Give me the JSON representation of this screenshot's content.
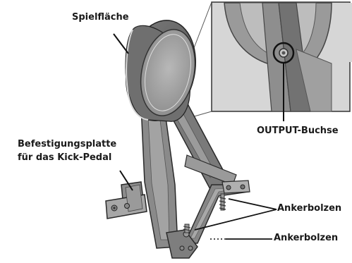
{
  "labels": {
    "playing_surface": "Spielfläche",
    "mounting_plate_line1": "Befestigungsplatte",
    "mounting_plate_line2": "für das Kick-Pedal",
    "output_jack": "OUTPUT-Buchse",
    "anchor_bolts_upper": "Ankerbolzen",
    "anchor_bolts_lower": "Ankerbolzen"
  },
  "colors": {
    "metal_dark": "#5a5a5a",
    "metal_mid": "#8a8a8a",
    "metal_light": "#b4b4b4",
    "callout_bg": "#d3d3d3",
    "outline": "#2a2a2a",
    "label_text": "#1a1a1a"
  }
}
